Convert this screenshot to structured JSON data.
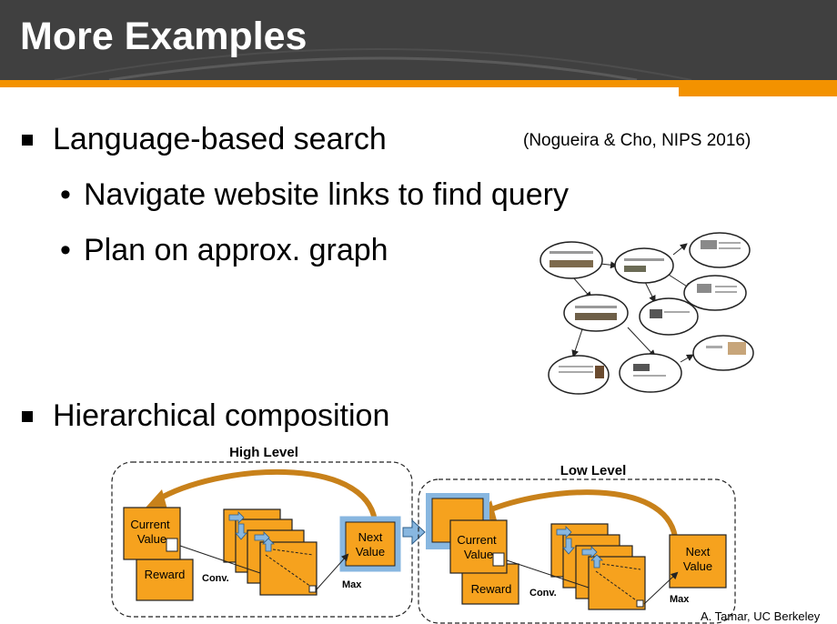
{
  "slide": {
    "title": "More Examples",
    "bullets": [
      {
        "text": "Language-based search",
        "citation": "(Nogueira & Cho, NIPS 2016)",
        "subs": [
          "Navigate website links to find query",
          "Plan on approx. graph"
        ]
      },
      {
        "text": "Hierarchical composition"
      }
    ],
    "credit": "A. Tamar, UC Berkeley"
  },
  "diagram": {
    "high_title": "High Level",
    "low_title": "Low Level",
    "current_value": [
      "Current",
      "Value"
    ],
    "reward": "Reward",
    "conv": "Conv.",
    "max": "Max",
    "next_value": [
      "Next",
      "Value"
    ]
  },
  "colors": {
    "header_bg": "#404040",
    "accent_orange": "#f39200",
    "box_orange": "#f6a21e",
    "highlight_blue": "#88b7e0"
  }
}
